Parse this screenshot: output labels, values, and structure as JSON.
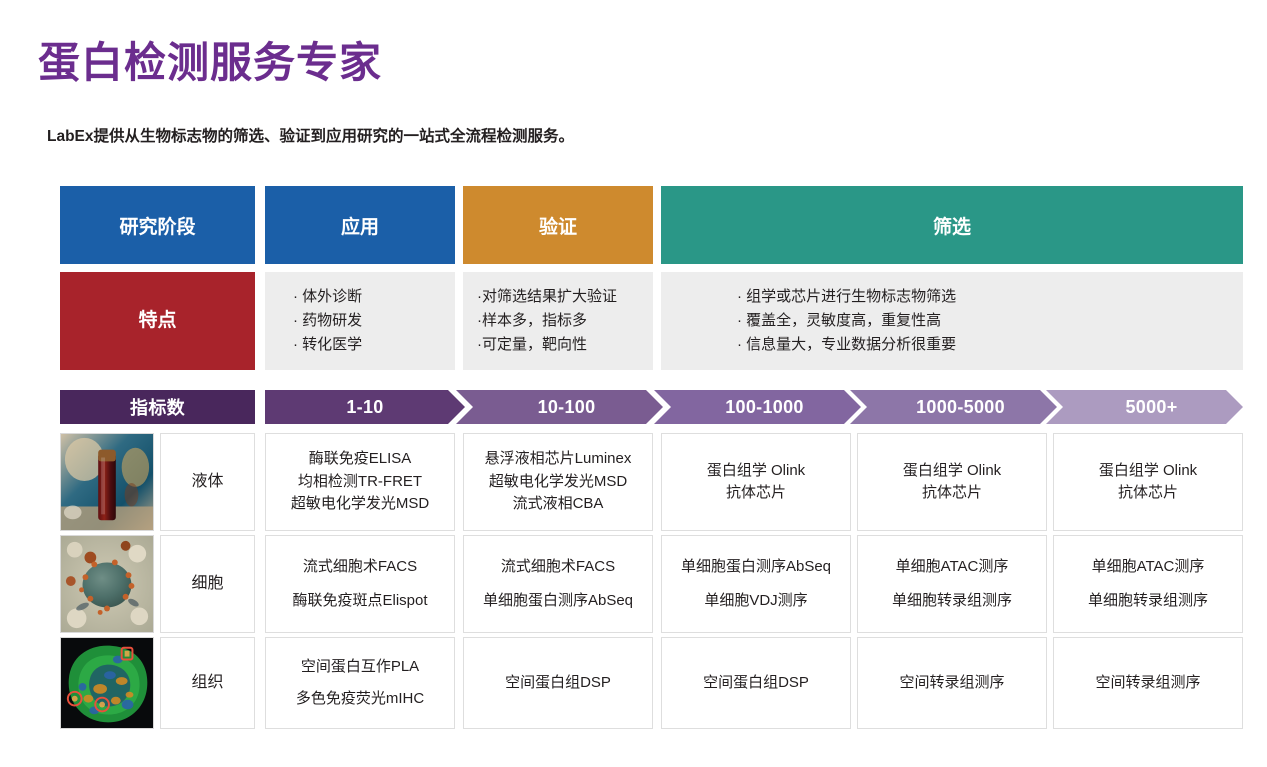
{
  "header": {
    "title": "蛋白检测服务专家",
    "subtitle": "LabEx提供从生物标志物的筛选、验证到应用研究的一站式全流程检测服务。"
  },
  "colors": {
    "title_purple": "#6B2D8E",
    "stage_blue": "#1B5FA8",
    "stage_orange": "#CE8A2E",
    "stage_teal": "#2A9787",
    "feature_red": "#A8232B",
    "feature_gray": "#EDEDED",
    "chevron_dark": "#49275C",
    "chevron_1": "#5E3A73",
    "chevron_2": "#7A5C91",
    "chevron_3": "#8266A0",
    "chevron_4": "#8D76A8",
    "chevron_5": "#AC9BC0"
  },
  "stage_row": {
    "label": "研究阶段",
    "stages": [
      "应用",
      "验证",
      "筛选"
    ]
  },
  "feature_row": {
    "label": "特点",
    "groups": [
      [
        "· 体外诊断",
        "· 药物研发",
        "· 转化医学"
      ],
      [
        "·对筛选结果扩大验证",
        "·样本多，指标多",
        "·可定量，靶向性"
      ],
      [
        "·  组学或芯片进行生物标志物筛选",
        "·  覆盖全，灵敏度高，重复性高",
        "·  信息量大，专业数据分析很重要"
      ]
    ]
  },
  "metric_row": {
    "label": "指标数",
    "ranges": [
      "1-10",
      "10-100",
      "100-1000",
      "1000-5000",
      "5000+"
    ]
  },
  "sample_rows": [
    {
      "label": "液体",
      "image_name": "blood-tube-photo",
      "cells": [
        [
          "酶联免疫ELISA",
          "均相检测TR-FRET",
          "超敏电化学发光MSD"
        ],
        [
          "悬浮液相芯片Luminex",
          "超敏电化学发光MSD",
          "流式液相CBA"
        ],
        [
          "蛋白组学 Olink",
          "抗体芯片"
        ],
        [
          "蛋白组学 Olink",
          "抗体芯片"
        ],
        [
          "蛋白组学 Olink",
          "抗体芯片"
        ]
      ]
    },
    {
      "label": "细胞",
      "image_name": "cell-micrograph-photo",
      "cells": [
        [
          "流式细胞术FACS",
          "酶联免疫斑点Elispot"
        ],
        [
          "流式细胞术FACS",
          "单细胞蛋白测序AbSeq"
        ],
        [
          "单细胞蛋白测序AbSeq",
          "单细胞VDJ测序"
        ],
        [
          "单细胞ATAC测序",
          "单细胞转录组测序"
        ],
        [
          "单细胞ATAC测序",
          "单细胞转录组测序"
        ]
      ]
    },
    {
      "label": "组织",
      "image_name": "tissue-fluorescence-photo",
      "cells": [
        [
          "空间蛋白互作PLA",
          "多色免疫荧光mIHC"
        ],
        [
          "空间蛋白组DSP"
        ],
        [
          "空间蛋白组DSP"
        ],
        [
          "空间转录组测序"
        ],
        [
          "空间转录组测序"
        ]
      ]
    }
  ]
}
